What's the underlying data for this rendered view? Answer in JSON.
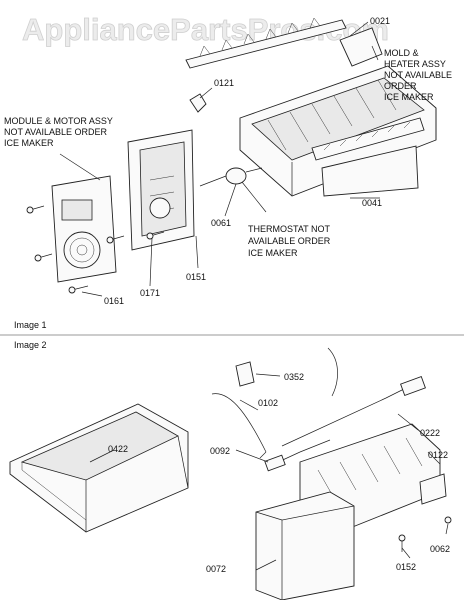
{
  "watermark": "AppliancePartsPros.com",
  "image1": {
    "section_label": "Image 1",
    "parts": [
      "0021",
      "0121",
      "0041",
      "0061",
      "0151",
      "0171",
      "0161"
    ],
    "notes": {
      "mold": [
        "MOLD &",
        "HEATER ASSY",
        "NOT AVAILABLE",
        "ORDER",
        "ICE MAKER"
      ],
      "module": [
        "MODULE & MOTOR ASSY",
        "NOT AVAILABLE ORDER",
        "ICE MAKER"
      ],
      "thermostat": [
        "THERMOSTAT NOT",
        "AVAILABLE ORDER",
        "ICE MAKER"
      ]
    }
  },
  "image2": {
    "section_label": "Image 2",
    "parts": [
      "0352",
      "0102",
      "0092",
      "0222",
      "0122",
      "0062",
      "0152",
      "0072",
      "0422"
    ]
  },
  "colors": {
    "ink": "#222222",
    "watermark": "#e4e4e4",
    "background": "#ffffff"
  }
}
